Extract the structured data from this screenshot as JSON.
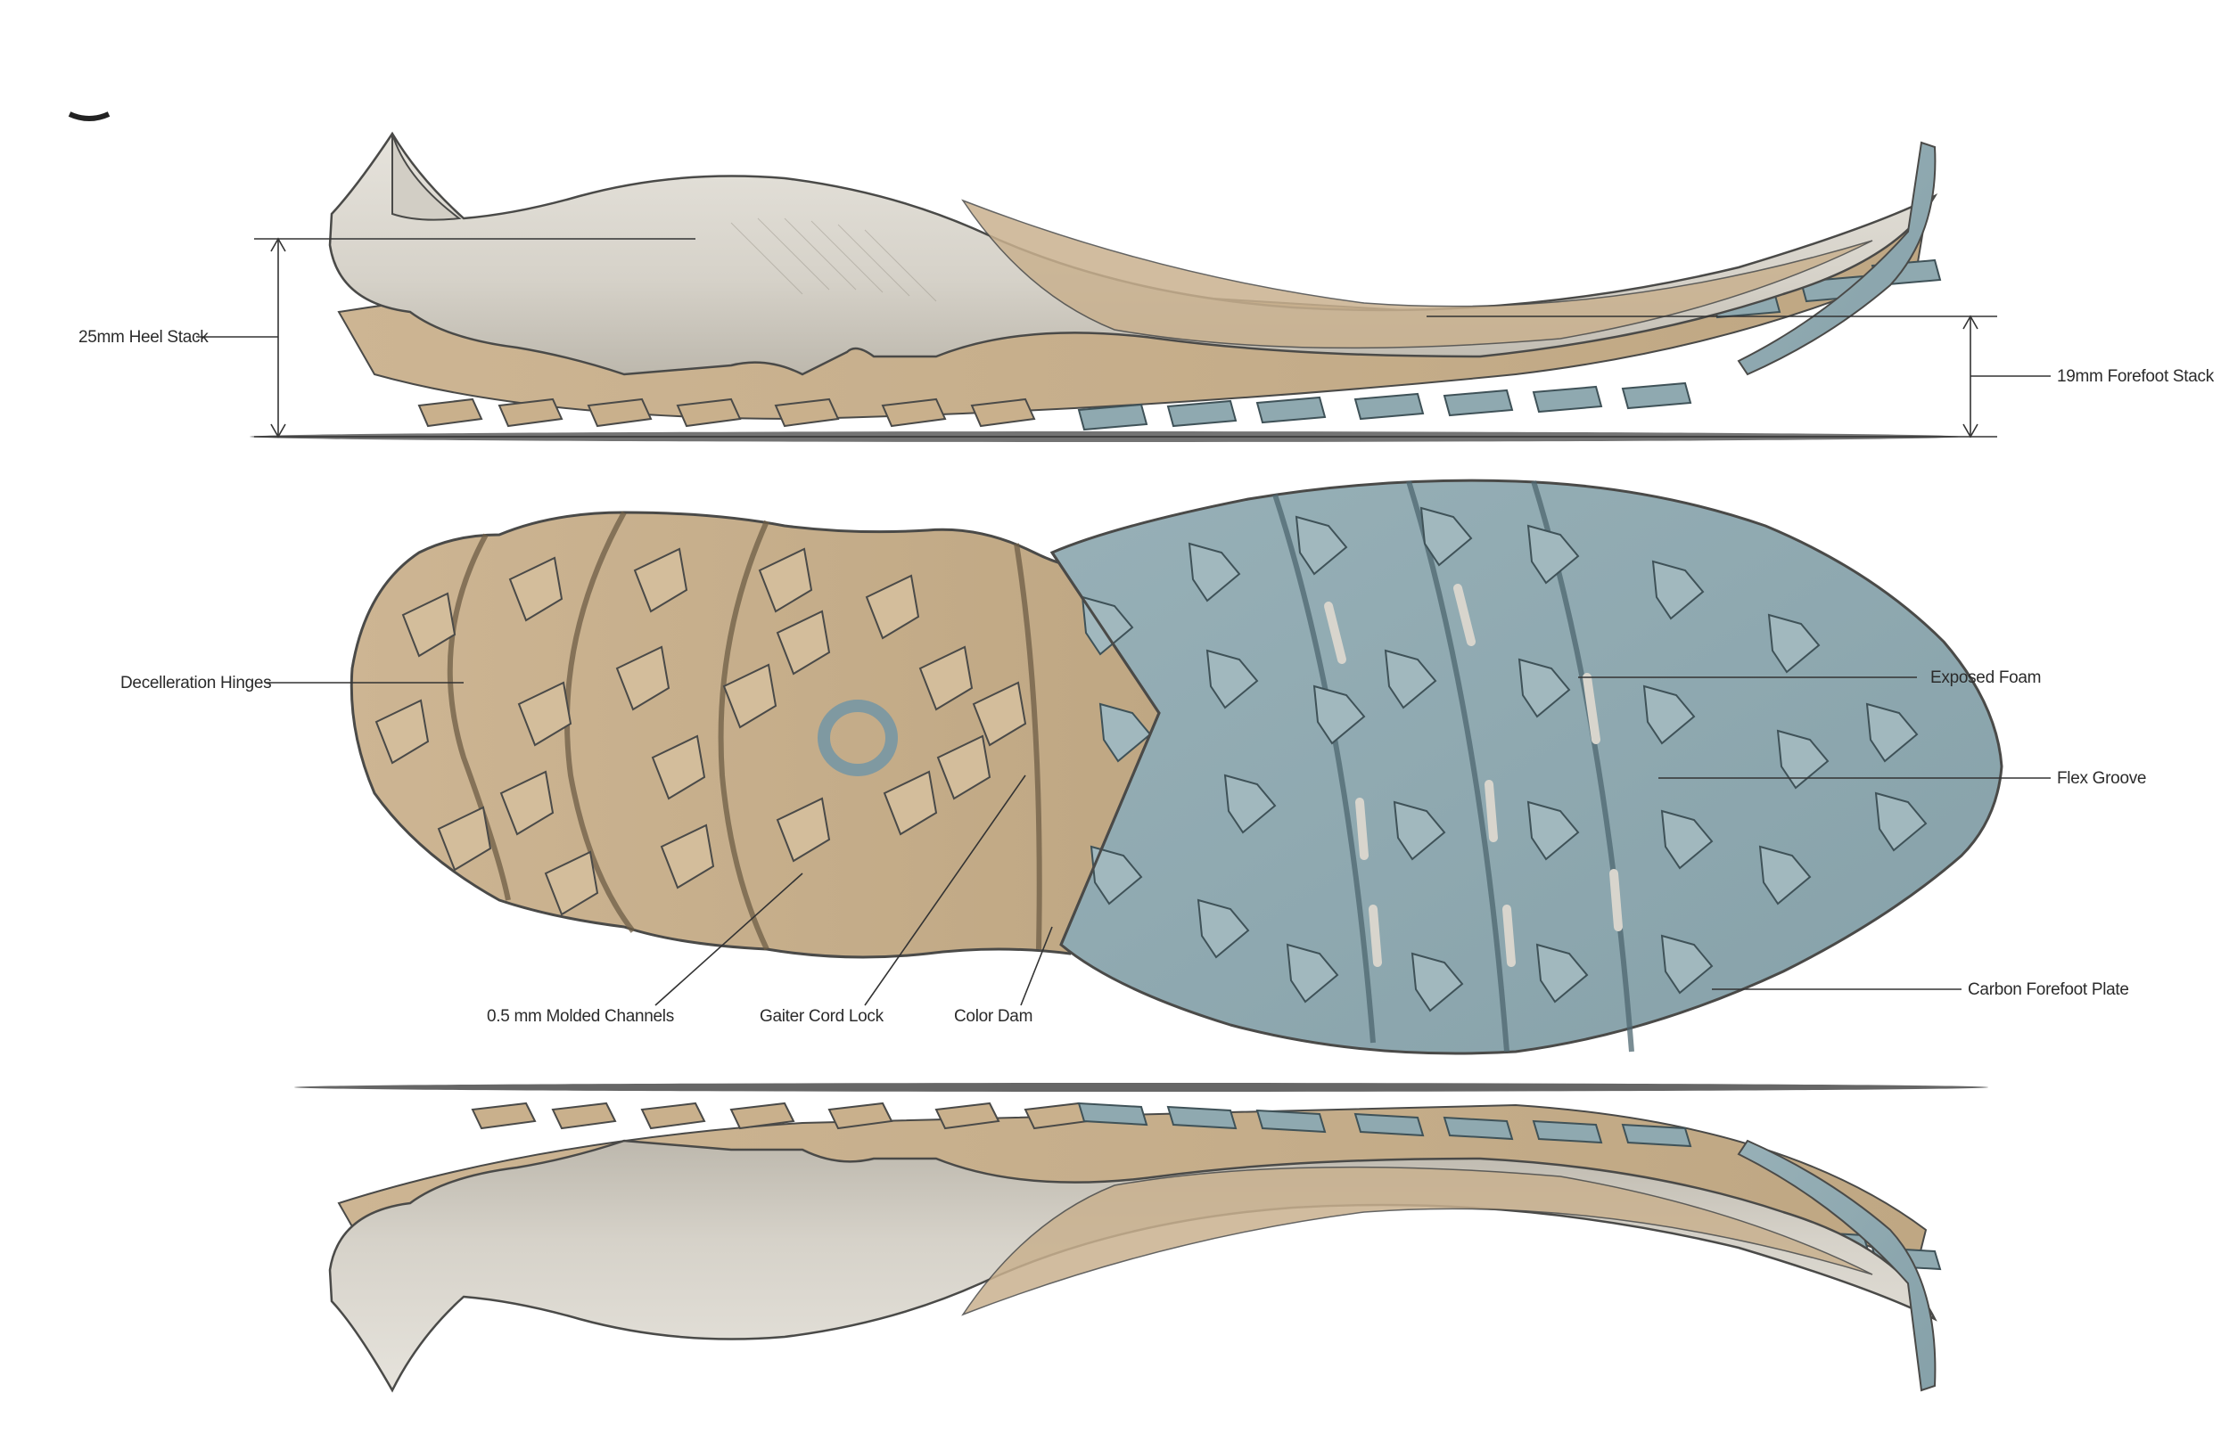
{
  "figure": {
    "views": [
      "side-view-top",
      "bottom-view-outsole",
      "side-view-bottom"
    ],
    "colors": {
      "midsole_foam": "#d8d5cd",
      "midsole_shadow": "#b9b5ab",
      "tan_rubber": "#c8b08e",
      "tan_rubber_dark": "#a58e6d",
      "blue_gray_rubber": "#8fa9b0",
      "blue_gray_dark": "#6f8a92",
      "outline": "#4a4a48"
    }
  },
  "callouts": {
    "heel_stack": "25mm Heel Stack",
    "forefoot_stack": "19mm Forefoot Stack",
    "deceleration_hinges": "Decelleration Hinges",
    "exposed_foam": "Exposed Foam",
    "flex_groove": "Flex Groove",
    "carbon_forefoot_plate": "Carbon Forefoot Plate",
    "molded_channels": "0.5 mm Molded Channels",
    "gaiter_cord_lock": "Gaiter Cord Lock",
    "color_dam": "Color Dam"
  }
}
